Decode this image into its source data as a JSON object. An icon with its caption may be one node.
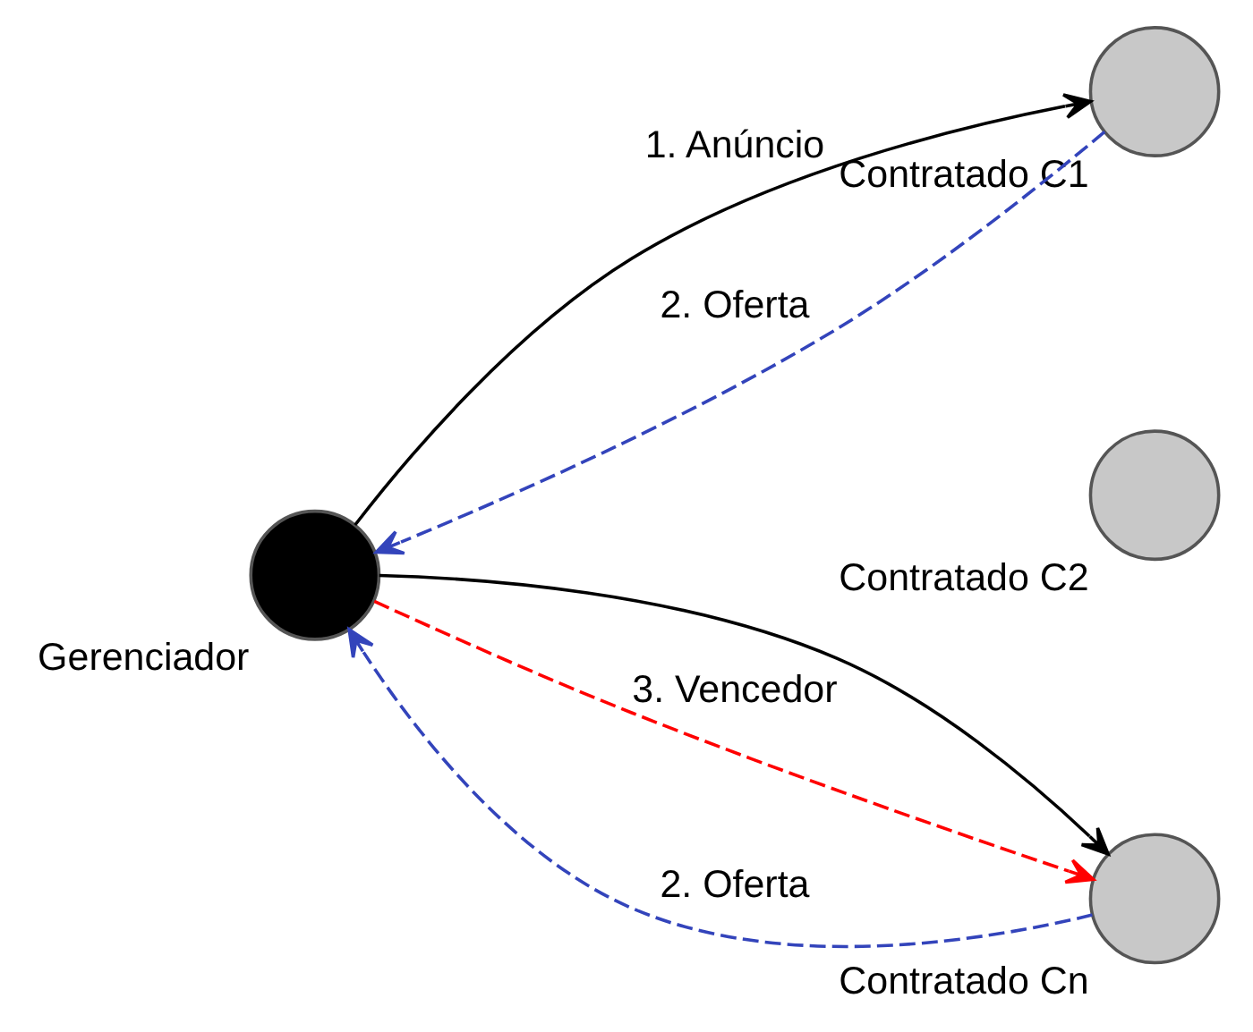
{
  "diagram": {
    "nodes": [
      {
        "text": [],
        "shape": "circle",
        "beside": [
          "Gerenciador"
        ]
      },
      {
        "text": [],
        "shape": "circle",
        "beside": [
          "Contratado C1"
        ]
      },
      {
        "text": [],
        "shape": "circle",
        "beside": [
          "Contratado C2"
        ]
      },
      {
        "text": [],
        "shape": "circle",
        "beside": [
          "Contratado Cn"
        ]
      }
    ],
    "edges": [
      {
        "from": 0,
        "to": 1,
        "arrow": "to",
        "label": "1. Anúncio"
      },
      {
        "from": 1,
        "to": 0,
        "arrow": "to",
        "label": "2. Oferta",
        "style": "dashed",
        "color": "#3344bb"
      },
      {
        "from": 0,
        "to": 3,
        "arrow": "to"
      },
      {
        "from": 3,
        "to": 0,
        "arrow": "to",
        "label": "2. Oferta",
        "style": "dashed",
        "color": "#3344bb"
      },
      {
        "from": 0,
        "to": 3,
        "arrow": "to",
        "label": "3. Vencedor",
        "style": "dashed",
        "color": "#ff0000"
      }
    ]
  }
}
